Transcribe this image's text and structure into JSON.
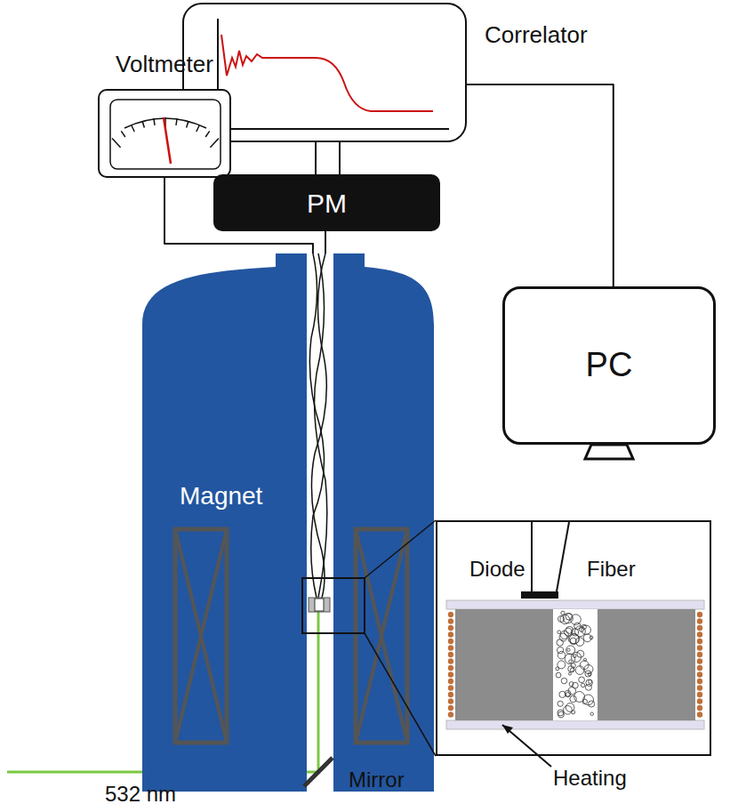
{
  "diagram": {
    "nodes": [
      {
        "text": [
          "Correlator"
        ]
      },
      {
        "text": [
          "Voltmeter"
        ]
      },
      {
        "text": [
          "PM"
        ]
      },
      {
        "text": [
          "PC"
        ]
      },
      {
        "text": [
          "Magnet"
        ]
      },
      {
        "text": [
          "Diode",
          "Fiber"
        ]
      }
    ],
    "edges": [
      {
        "from": 1,
        "to": 4,
        "arrow": "none"
      },
      {
        "from": 2,
        "to": 4,
        "arrow": "none"
      },
      {
        "from": 0,
        "to": 2,
        "arrow": "none"
      },
      {
        "from": 0,
        "to": 3,
        "arrow": "none"
      }
    ],
    "labels": [
      "532 nm",
      "Mirror",
      "Heating"
    ]
  }
}
